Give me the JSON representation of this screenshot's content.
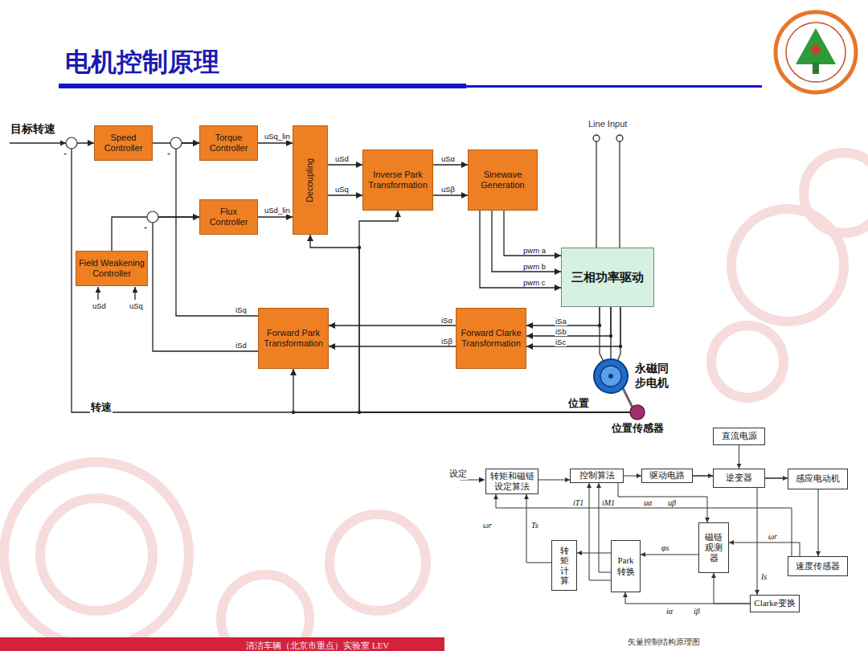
{
  "diagram": {
    "title": "电机控制原理",
    "caption": "矢量控制结构原理图",
    "nodes": [
      {
        "text": [
          "Speed Controller"
        ]
      },
      {
        "text": [
          "Torque Controller"
        ]
      },
      {
        "text": [
          "Flux Controller"
        ]
      },
      {
        "text": [
          "Field Weakening Controller"
        ]
      },
      {
        "text": [
          "Decoupling"
        ]
      },
      {
        "text": [
          "Inverse Park Transformation"
        ]
      },
      {
        "text": [
          "Sinewave Generation"
        ]
      },
      {
        "text": [
          "三相功率驱动"
        ]
      },
      {
        "text": [
          "Forward Park Transformation"
        ]
      },
      {
        "text": [
          "Forward Clarke Transformation"
        ]
      },
      {
        "text": [
          "永磁同步电机"
        ]
      },
      {
        "text": [
          "位置传感器"
        ]
      },
      {
        "text": [
          "转矩和磁链设定算法"
        ]
      },
      {
        "text": [
          "控制算法"
        ]
      },
      {
        "text": [
          "驱动电路"
        ]
      },
      {
        "text": [
          "直流电源"
        ]
      },
      {
        "text": [
          "逆变器"
        ]
      },
      {
        "text": [
          "感应电动机"
        ]
      },
      {
        "text": [
          "磁链观测器"
        ]
      },
      {
        "text": [
          "转矩计算"
        ]
      },
      {
        "text": [
          "Park转换"
        ]
      },
      {
        "text": [
          "速度传感器"
        ]
      },
      {
        "text": [
          "Clarke变换"
        ]
      }
    ],
    "edges": [
      {
        "from": 0,
        "to": 1,
        "arrow": "to"
      },
      {
        "from": 1,
        "to": 4,
        "label": "uSq_lin",
        "arrow": "to"
      },
      {
        "from": 2,
        "to": 4,
        "label": "uSd_lin",
        "arrow": "to"
      },
      {
        "from": 4,
        "to": 5,
        "label": "uSd",
        "arrow": "to"
      },
      {
        "from": 4,
        "to": 5,
        "label": "uSq",
        "arrow": "to"
      },
      {
        "from": 5,
        "to": 6,
        "label": "uSα",
        "arrow": "to"
      },
      {
        "from": 5,
        "to": 6,
        "label": "uSβ",
        "arrow": "to"
      },
      {
        "from": 6,
        "to": 7,
        "label": "pwm a",
        "arrow": "to"
      },
      {
        "from": 6,
        "to": 7,
        "label": "pwm b",
        "arrow": "to"
      },
      {
        "from": 6,
        "to": 7,
        "label": "pwm c",
        "arrow": "to"
      },
      {
        "from": 7,
        "to": 9,
        "label": "iSa",
        "arrow": "to"
      },
      {
        "from": 7,
        "to": 9,
        "label": "iSb",
        "arrow": "to"
      },
      {
        "from": 7,
        "to": 9,
        "label": "iSc",
        "arrow": "to"
      },
      {
        "from": 9,
        "to": 8,
        "label": "iSα",
        "arrow": "to"
      },
      {
        "from": 9,
        "to": 8,
        "label": "iSβ",
        "arrow": "to"
      },
      {
        "from": 8,
        "to": 1,
        "label": "iSq",
        "arrow": "to"
      },
      {
        "from": 8,
        "to": 2,
        "label": "iSd",
        "arrow": "to"
      },
      {
        "from": 3,
        "to": 2,
        "arrow": "to"
      },
      {
        "from": 11,
        "to": 0,
        "label": "转速",
        "arrow": "to"
      },
      {
        "from": 11,
        "to": 8,
        "arrow": "to"
      },
      {
        "from": 11,
        "to": 5,
        "arrow": "to"
      },
      {
        "from": 11,
        "to": 4,
        "arrow": "to"
      },
      {
        "from": 7,
        "to": 10,
        "arrow": "none"
      },
      {
        "from": 10,
        "to": 11,
        "arrow": "none"
      },
      {
        "from": 12,
        "to": 13,
        "arrow": "to"
      },
      {
        "from": 13,
        "to": 14,
        "arrow": "to"
      },
      {
        "from": 14,
        "to": 16,
        "arrow": "to"
      },
      {
        "from": 15,
        "to": 16,
        "arrow": "to"
      },
      {
        "from": 16,
        "to": 17,
        "arrow": "to"
      },
      {
        "from": 17,
        "to": 21,
        "arrow": "to"
      },
      {
        "from": 21,
        "to": 18,
        "label": "ωr",
        "arrow": "to"
      },
      {
        "from": 21,
        "to": 12,
        "label": "ωr",
        "arrow": "to"
      },
      {
        "from": 16,
        "to": 22,
        "label": "Is",
        "arrow": "to"
      },
      {
        "from": 22,
        "to": 20,
        "label": "iα",
        "arrow": "to"
      },
      {
        "from": 22,
        "to": 18,
        "label": "iβ",
        "arrow": "to"
      },
      {
        "from": 18,
        "to": 20,
        "label": "φs",
        "arrow": "to"
      },
      {
        "from": 20,
        "to": 19,
        "arrow": "to"
      },
      {
        "from": 20,
        "to": 13,
        "label": "iT1",
        "arrow": "to"
      },
      {
        "from": 20,
        "to": 13,
        "label": "iM1",
        "arrow": "to"
      },
      {
        "from": 13,
        "to": 18,
        "label": "uα",
        "arrow": "to"
      },
      {
        "from": 19,
        "to": 12,
        "label": "Ts",
        "arrow": "to"
      }
    ],
    "labels": [
      "目标转速",
      "-",
      "-",
      "-",
      "uSd",
      "uSq",
      "Line Input",
      "位置",
      "设定",
      "uβ",
      "清洁车辆（北京市重点）实验室 LEV"
    ]
  }
}
